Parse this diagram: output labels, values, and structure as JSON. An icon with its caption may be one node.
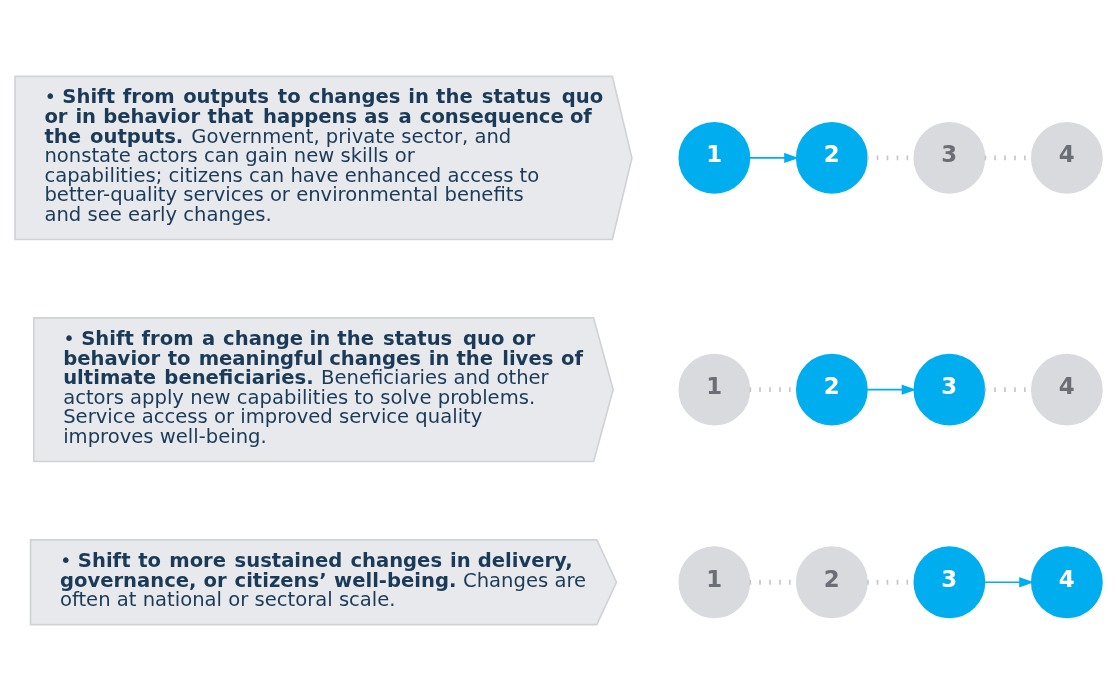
{
  "diagram": {
    "nodes": [
      {
        "text": [
          "• **Shift from outputs to changes in the status quo or in behavior that happens as a consequence of the outputs.** Government, private sector, and nonstate actors can gain new skills or capabilities; citizens can have enhanced access to better-quality services or environmental benefits and see early changes."
        ]
      },
      {
        "text": [
          "1"
        ]
      },
      {
        "text": [
          "2"
        ]
      },
      {
        "text": [
          "3"
        ]
      },
      {
        "text": [
          "4"
        ]
      },
      {
        "text": [
          "• **Shift from a change in the status quo or behavior to meaningful changes in the lives of ultimate beneficiaries.** Beneficiaries and other actors apply new capabilities to solve problems. Service access or improved service quality improves well-being."
        ]
      },
      {
        "text": [
          "1"
        ]
      },
      {
        "text": [
          "2"
        ]
      },
      {
        "text": [
          "3"
        ]
      },
      {
        "text": [
          "4"
        ]
      },
      {
        "text": [
          "• **Shift to more sustained changes in delivery, governance, or citizens’ well-being.** Changes are often at national or sectoral scale."
        ]
      },
      {
        "text": [
          "1"
        ]
      },
      {
        "text": [
          "2"
        ]
      },
      {
        "text": [
          "3"
        ]
      },
      {
        "text": [
          "4"
        ]
      }
    ],
    "edges": [
      {
        "from": 1,
        "to": 2,
        "arrow": "to",
        "color": "#00aeef"
      },
      {
        "from": 2,
        "to": 3,
        "arrow": "none",
        "style": "dashed"
      },
      {
        "from": 3,
        "to": 4,
        "arrow": "none",
        "style": "dashed"
      },
      {
        "from": 6,
        "to": 7,
        "arrow": "none",
        "style": "dashed"
      },
      {
        "from": 7,
        "to": 8,
        "arrow": "to",
        "color": "#00aeef"
      },
      {
        "from": 8,
        "to": 9,
        "arrow": "none",
        "style": "dashed"
      },
      {
        "from": 11,
        "to": 12,
        "arrow": "none",
        "style": "dashed"
      },
      {
        "from": 12,
        "to": 13,
        "arrow": "none",
        "style": "dashed"
      },
      {
        "from": 13,
        "to": 14,
        "arrow": "to",
        "color": "#00aeef"
      }
    ]
  }
}
